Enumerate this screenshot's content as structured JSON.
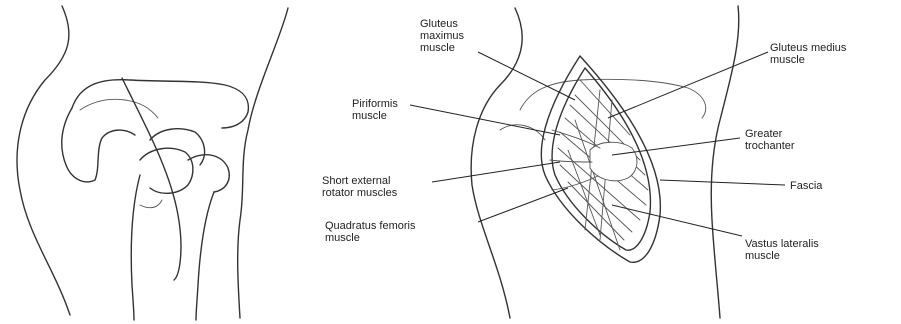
{
  "labels": {
    "gluteus_maximus": [
      "Gluteus",
      "maximus",
      "muscle"
    ],
    "gluteus_medius": [
      "Gluteus medius",
      "muscle"
    ],
    "piriformis": [
      "Piriformis",
      "muscle"
    ],
    "greater_trochanter": [
      "Greater",
      "trochanter"
    ],
    "short_external_rotator": [
      "Short external",
      "rotator muscles"
    ],
    "fascia": [
      "Fascia"
    ],
    "quadratus_femoris": [
      "Quadratus femoris",
      "muscle"
    ],
    "vastus_lateralis": [
      "Vastus lateralis",
      "muscle"
    ]
  }
}
